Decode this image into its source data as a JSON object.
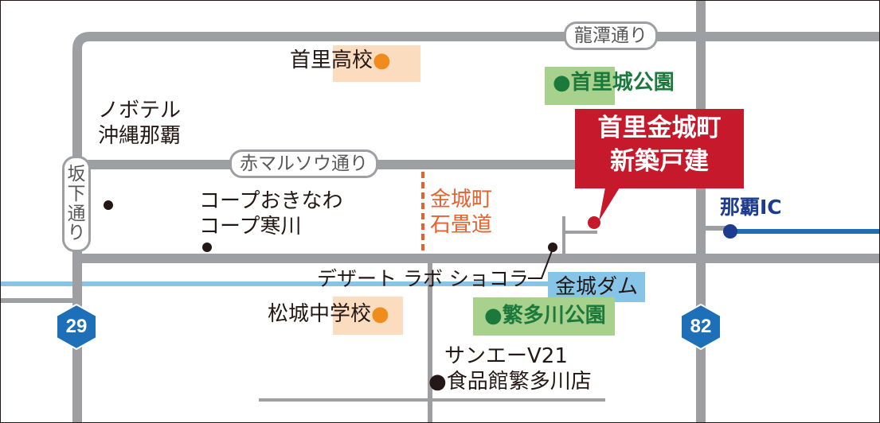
{
  "roads": {
    "ryutan": "龍潭通り",
    "aka_maruso": "赤マルソウ通り",
    "sakashita": [
      "坂",
      "下",
      "通",
      "り"
    ]
  },
  "route_signs": {
    "r29": "29",
    "r82": "82"
  },
  "places": {
    "shuri_high": "首里高校",
    "shurijo_park": "首里城公園",
    "hotel_line1": "ノボテル",
    "hotel_line2": "沖縄那覇",
    "coop_line1": "コープおきなわ",
    "coop_line2": "コープ寒川",
    "ishidatami_line1": "金城町",
    "ishidatami_line2": "石畳道",
    "dessert_lab": "デザート ラボ ショコラ",
    "kinjo_dam": "金城ダム",
    "matsushiro_jhs": "松城中学校",
    "hantagawa_park": "繁多川公園",
    "sanei_line1": "サンエーV21",
    "sanei_line2": "食品館繁多川店",
    "naha_ic": "那覇IC"
  },
  "target": {
    "line1": "首里金城町",
    "line2": "新築戸建"
  },
  "marker": "●",
  "colors": {
    "road": "#9d9fa2",
    "river": "#86c5e8",
    "expressway": "#1d6fb8",
    "target": "#c6192b",
    "ishidatami": "#e8612c",
    "route_sign": "#1d6fb8"
  }
}
